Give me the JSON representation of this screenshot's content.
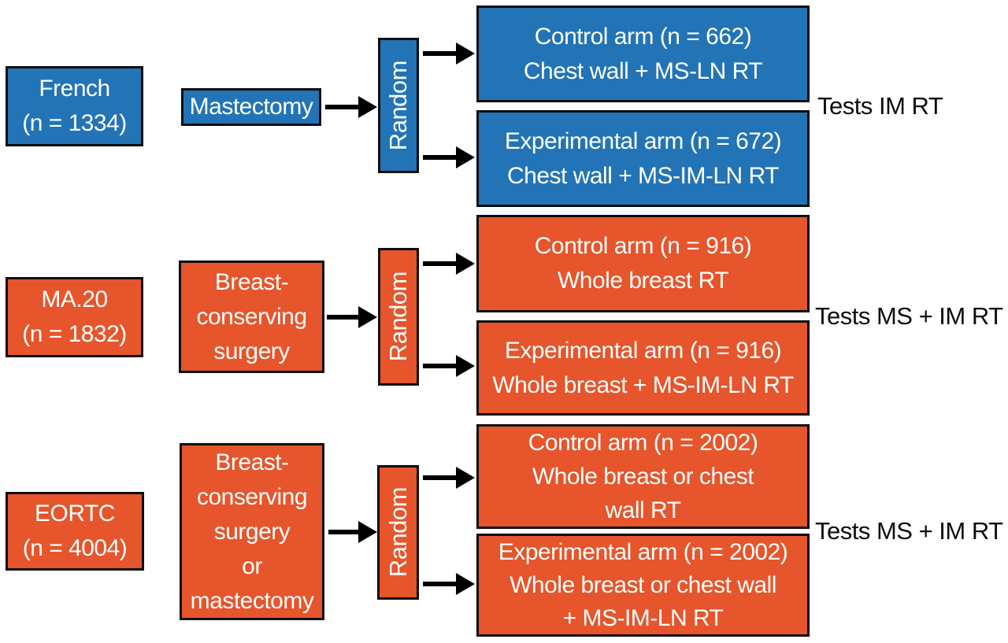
{
  "colors": {
    "blue": "#2274B6",
    "orange": "#E6552B",
    "arrow": "#000000",
    "text_on_box": "#FFFFFF",
    "label_text": "#0D0D0D",
    "box_border": "#0D0D0D",
    "background": "#FFFFFF"
  },
  "trials": [
    {
      "color": "blue",
      "name_lines": [
        "French",
        "(n = 1334)"
      ],
      "surgery_lines": [
        "Mastectomy"
      ],
      "random_label": "Random",
      "control_lines": [
        "Control arm (n = 662)",
        "Chest wall + MS-LN RT"
      ],
      "experimental_lines": [
        "Experimental arm (n = 672)",
        "Chest wall + MS-IM-LN RT"
      ],
      "tests_label": "Tests IM RT"
    },
    {
      "color": "orange",
      "name_lines": [
        "MA.20",
        "(n = 1832)"
      ],
      "surgery_lines": [
        "Breast-",
        "conserving",
        "surgery"
      ],
      "random_label": "Random",
      "control_lines": [
        "Control arm (n = 916)",
        "Whole breast RT"
      ],
      "experimental_lines": [
        "Experimental arm (n = 916)",
        "Whole breast + MS-IM-LN RT"
      ],
      "tests_label": "Tests MS + IM RT"
    },
    {
      "color": "orange",
      "name_lines": [
        "EORTC",
        "(n = 4004)"
      ],
      "surgery_lines": [
        "Breast-",
        "conserving",
        "surgery",
        "or",
        "mastectomy"
      ],
      "random_label": "Random",
      "control_lines": [
        "Control arm (n = 2002)",
        "Whole breast or chest",
        "wall RT"
      ],
      "experimental_lines": [
        "Experimental arm (n = 2002)",
        "Whole breast or chest wall",
        "+ MS-IM-LN RT"
      ],
      "tests_label": "Tests MS + IM RT"
    }
  ]
}
